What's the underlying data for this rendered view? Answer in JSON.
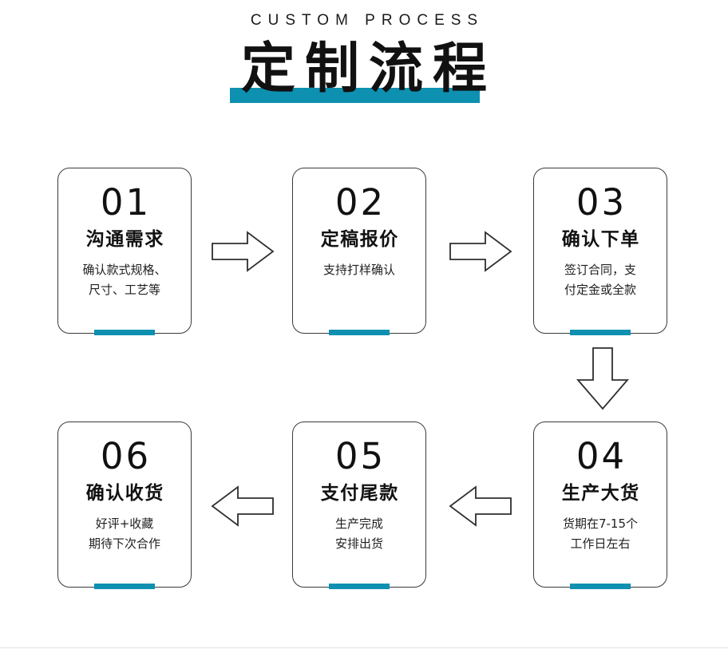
{
  "header": {
    "eyebrow": "CUSTOM PROCESS",
    "title": "定制流程",
    "accent_color": "#0e90b0",
    "text_color": "#111111"
  },
  "flow": {
    "arrows": [
      {
        "name": "arrow-right-step1-step2",
        "direction": "right"
      },
      {
        "name": "arrow-right-step2-step3",
        "direction": "right"
      },
      {
        "name": "arrow-down-step3-step4",
        "direction": "down"
      },
      {
        "name": "arrow-left-step4-step5",
        "direction": "left"
      },
      {
        "name": "arrow-left-step5-step6",
        "direction": "left"
      }
    ],
    "steps": [
      {
        "number": "01",
        "name": "沟通需求",
        "desc_line1": "确认款式规格、",
        "desc_line2": "尺寸、工艺等"
      },
      {
        "number": "02",
        "name": "定稿报价",
        "desc_line1": "支持打样确认",
        "desc_line2": ""
      },
      {
        "number": "03",
        "name": "确认下单",
        "desc_line1": "签订合同，支",
        "desc_line2": "付定金或全款"
      },
      {
        "number": "04",
        "name": "生产大货",
        "desc_line1": "货期在7-15个",
        "desc_line2": "工作日左右"
      },
      {
        "number": "05",
        "name": "支付尾款",
        "desc_line1": "生产完成",
        "desc_line2": "安排出货"
      },
      {
        "number": "06",
        "name": "确认收货",
        "desc_line1": "好评+收藏",
        "desc_line2": "期待下次合作"
      }
    ]
  }
}
